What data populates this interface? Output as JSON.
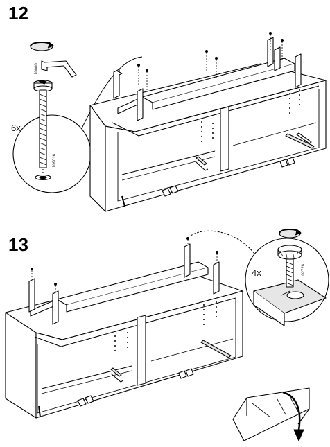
{
  "steps": [
    {
      "number": "12",
      "quantity": "6x",
      "part_codes": [
        "100001",
        "109016"
      ],
      "tool_icon": "rotate-clockwise-arrow-icon"
    },
    {
      "number": "13",
      "quantity": "4x",
      "part_codes": [
        "102728"
      ],
      "tool_icon": "rotate-clockwise-arrow-icon"
    }
  ],
  "colors": {
    "line": "#000000",
    "background": "#ffffff",
    "shade": "#e6e6e6"
  }
}
